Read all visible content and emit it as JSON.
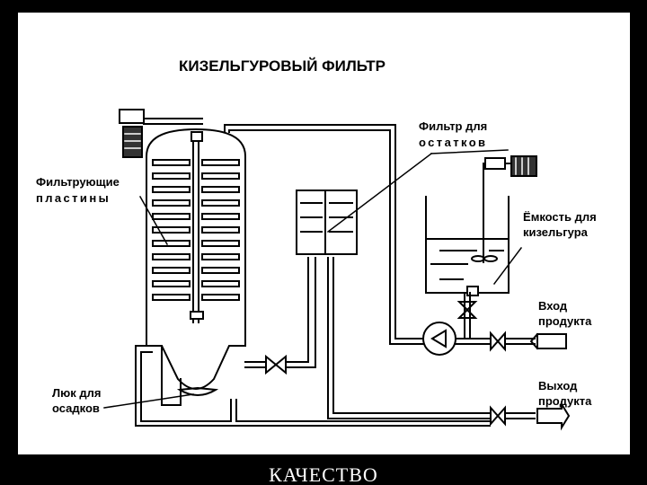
{
  "diagram": {
    "title": "КИЗЕЛЬГУРОВЫЙ ФИЛЬТР",
    "labels": {
      "filter_plates_line1": "Фильтрующие",
      "filter_plates_line2": "пластины",
      "residue_filter_line1": "Фильтр для",
      "residue_filter_line2": "остатков",
      "kieselguhr_tank_line1": "Ёмкость для",
      "kieselguhr_tank_line2": "кизельгура",
      "product_inlet_line1": "Вход",
      "product_inlet_line2": "продукта",
      "product_outlet_line1": "Выход",
      "product_outlet_line2": "продукта",
      "sediment_hatch_line1": "Люк для",
      "sediment_hatch_line2": "осадков"
    }
  },
  "footer": {
    "caption": "КАЧЕСТВО"
  }
}
